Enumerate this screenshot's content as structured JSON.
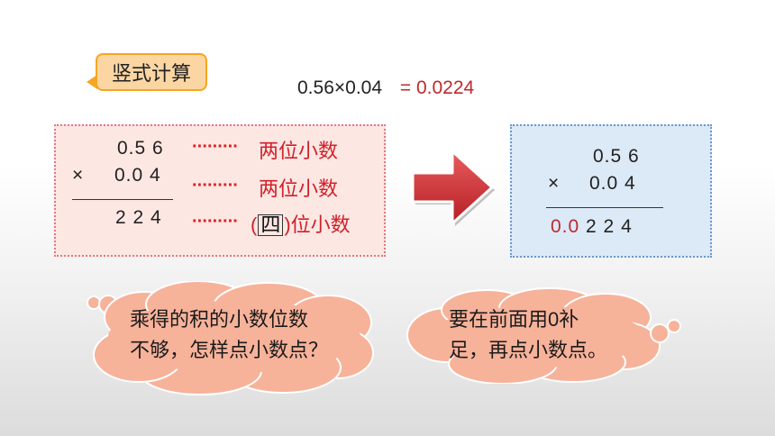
{
  "title_tag": "竖式计算",
  "equation": {
    "expression": "0.56×0.04",
    "result": "= 0.0224"
  },
  "left_calc": {
    "multiplicand": "0.5 6",
    "multiply_sign": "×",
    "multiplier": "0.0 4",
    "product": "2 2 4",
    "note1": "两位小数",
    "note2": "两位小数",
    "note3_open": "(",
    "note3_boxed": "四",
    "note3_rest": ")位小数"
  },
  "right_calc": {
    "multiplicand": "0.5 6",
    "multiply_sign": "×",
    "multiplier": "0.0 4",
    "product_prefix": "0.0",
    "product_digits": "2 2 4"
  },
  "cloud_left": {
    "line1": "乘得的积的小数位数",
    "line2": "不够，怎样点小数点？"
  },
  "cloud_right": {
    "line1": "要在前面用0补",
    "line2": "足，再点小数点。"
  },
  "colors": {
    "accent_red": "#c0282d",
    "cloud_fill": "#f7b29a",
    "arrow": "#d43a3a"
  }
}
